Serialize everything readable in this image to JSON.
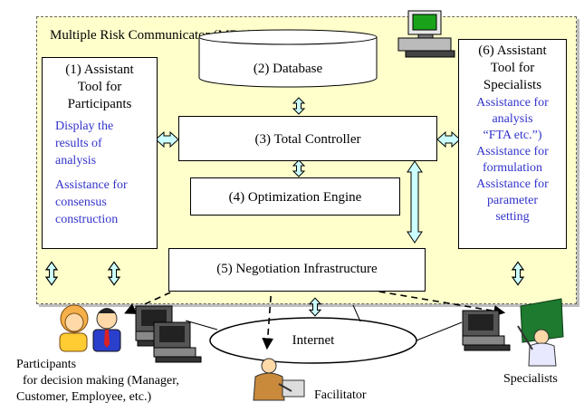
{
  "mrc": {
    "title": "Multiple Risk Communicator (MRC)"
  },
  "database": {
    "label": "(2) Database"
  },
  "controller": {
    "label": "(3) Total Controller"
  },
  "optimizer": {
    "label": "(4) Optimization Engine"
  },
  "negotiation": {
    "label": "(5) Negotiation Infrastructure"
  },
  "left_tool": {
    "title_lines": [
      "(1) Assistant",
      "Tool for",
      "Participants"
    ],
    "items": [
      "Display the",
      "results  of",
      "analysis",
      "Assistance for",
      "consensus",
      "construction"
    ]
  },
  "right_tool": {
    "title_lines": [
      "(6) Assistant",
      "Tool for",
      "Specialists"
    ],
    "items": [
      "Assistance for",
      "analysis",
      "“FTA etc.”)",
      "Assistance for",
      "formulation",
      "Assistance for",
      "parameter",
      "setting"
    ]
  },
  "internet": {
    "label": "Internet"
  },
  "participants": {
    "lines": [
      "Participants",
      "for decision making (Manager,",
      "Customer, Employee, etc.)"
    ]
  },
  "facilitator": {
    "label": "Facilitator"
  },
  "specialists": {
    "label": "Specialists"
  },
  "colors": {
    "frame_fill": "#ffffcc",
    "arrow_fill": "#ccffff",
    "blue_text": "#3333cc"
  }
}
